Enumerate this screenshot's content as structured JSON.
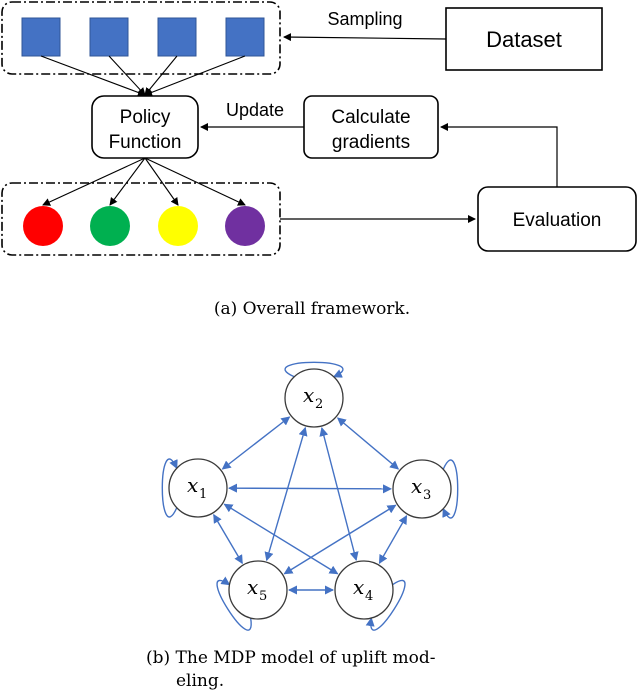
{
  "framework": {
    "dataset_label": "Dataset",
    "sampling_label": "Sampling",
    "policy_line1": "Policy",
    "policy_line2": "Function",
    "update_label": "Update",
    "gradients_line1": "Calculate",
    "gradients_line2": "gradients",
    "evaluation_label": "Evaluation",
    "square_color": "#4472C4",
    "circles": [
      {
        "color": "#FF0000"
      },
      {
        "color": "#00B050"
      },
      {
        "color": "#FFFF00"
      },
      {
        "color": "#7030A0"
      }
    ],
    "caption": "(a)  Overall framework."
  },
  "mdp": {
    "edge_color": "#4472C4",
    "nodes": [
      {
        "id": "x2",
        "base": "x",
        "sub": "2"
      },
      {
        "id": "x1",
        "base": "x",
        "sub": "1"
      },
      {
        "id": "x3",
        "base": "x",
        "sub": "3"
      },
      {
        "id": "x5",
        "base": "x",
        "sub": "5"
      },
      {
        "id": "x4",
        "base": "x",
        "sub": "4"
      }
    ],
    "caption_line1": "(b)  The MDP model of uplift mod-",
    "caption_line2": "eling."
  }
}
